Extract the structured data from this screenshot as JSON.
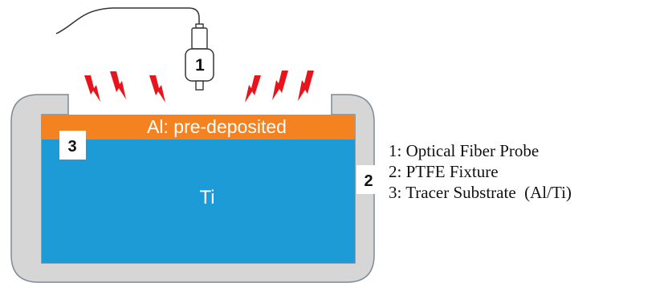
{
  "diagram": {
    "probe_number": "1",
    "fixture_number": "2",
    "substrate_number": "3",
    "al_layer_label": "Al: pre-deposited",
    "ti_layer_label": "Ti"
  },
  "legend": {
    "items": [
      "1: Optical Fiber Probe",
      "2: PTFE Fixture",
      "3: Tracer Substrate  (Al/Ti)"
    ]
  },
  "colors": {
    "fixture_fill": "#d6d6d6",
    "fixture_stroke": "#7f8a97",
    "ti_fill": "#1c9bd7",
    "al_fill": "#f58220",
    "laser_red": "#e8141b",
    "text_white": "#ffffff",
    "label_box": "#ffffff"
  },
  "icons": {
    "laser_beam": "lightning-bolt-icon",
    "probe": "fiber-probe-icon"
  }
}
